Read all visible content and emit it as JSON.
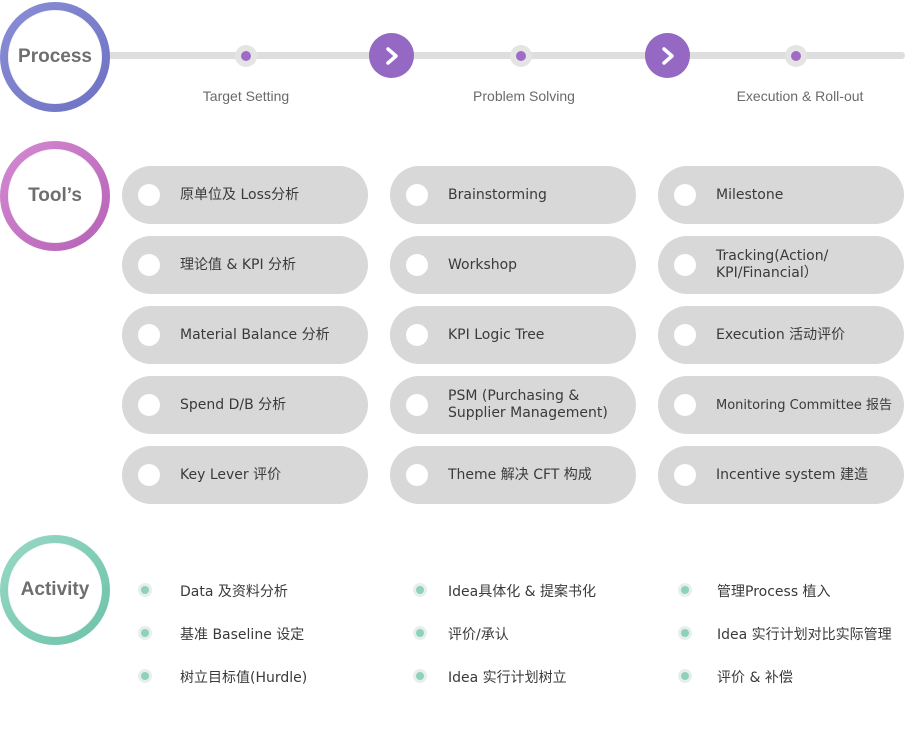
{
  "sections": {
    "process": "Process",
    "tools": "Tool’s",
    "activity": "Activity"
  },
  "process": {
    "stages": [
      "Target Setting",
      "Problem Solving",
      "Execution & Roll-out"
    ]
  },
  "tools": {
    "col1": [
      "原单位及 Loss分析",
      "理论值 &  KPI 分析",
      "Material Balance 分析",
      "Spend D/B 分析",
      "Key Lever 评价"
    ],
    "col2": [
      "Brainstorming",
      "Workshop",
      "KPI Logic Tree",
      "PSM (Purchasing & Supplier Management)",
      "Theme 解决 CFT 构成"
    ],
    "col3": [
      "Milestone",
      "Tracking(Action/ KPI/Financial）",
      "Execution 活动评价",
      "Monitoring Committee 报告",
      "Incentive system 建造"
    ]
  },
  "activity": {
    "col1": [
      "Data 及资料分析",
      "基准 Baseline 设定",
      "树立目标值(Hurdle)"
    ],
    "col2": [
      "Idea具体化 & 提案书化",
      "评价/承认",
      "Idea 实行计划树立"
    ],
    "col3": [
      "管理Process 植入",
      "Idea 实行计划对比实际管理",
      "评价 & 补偿"
    ]
  },
  "colors": {
    "process": "#7a7ecb",
    "tools": "#c676c4",
    "activity": "#80ccb5",
    "arrow": "#9468c3",
    "pill": "#d8d8d8"
  },
  "icons": {
    "arrow": "chevron-right-icon"
  }
}
